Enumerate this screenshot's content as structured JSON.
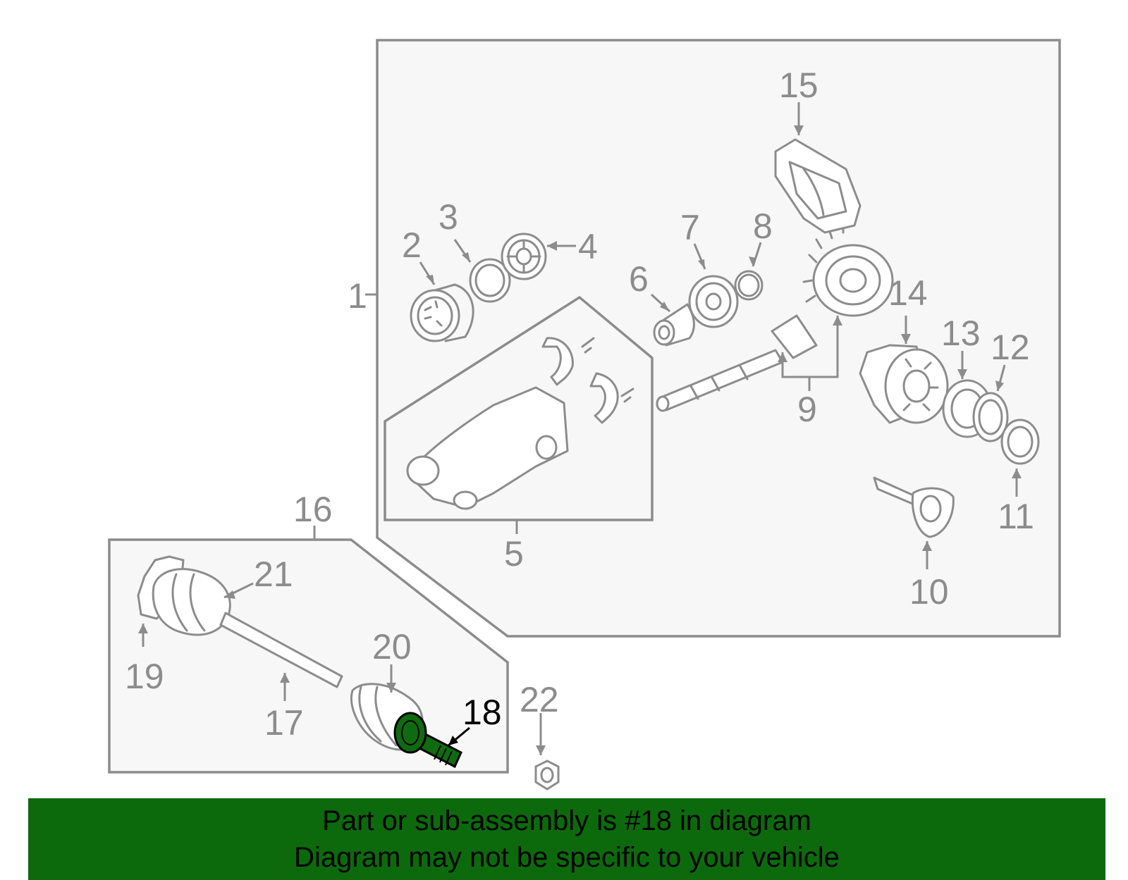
{
  "diagram": {
    "callouts": {
      "c1": "1",
      "c2": "2",
      "c3": "3",
      "c4": "4",
      "c5": "5",
      "c6": "6",
      "c7": "7",
      "c8": "8",
      "c9": "9",
      "c10": "10",
      "c11": "11",
      "c12": "12",
      "c13": "13",
      "c14": "14",
      "c15": "15",
      "c16": "16",
      "c17": "17",
      "c18": "18",
      "c19": "19",
      "c20": "20",
      "c21": "21",
      "c22": "22"
    },
    "highlighted_part": "18",
    "colors": {
      "line": "#8c8c8c",
      "box_fill": "#f7f7f7",
      "highlight_fill": "#0f6b0f",
      "banner": "#0c6a0c",
      "highlight_text": "#000000"
    }
  },
  "banner": {
    "line1": "Part or sub-assembly is #18 in diagram",
    "line2": "Diagram may not be specific to your vehicle"
  }
}
